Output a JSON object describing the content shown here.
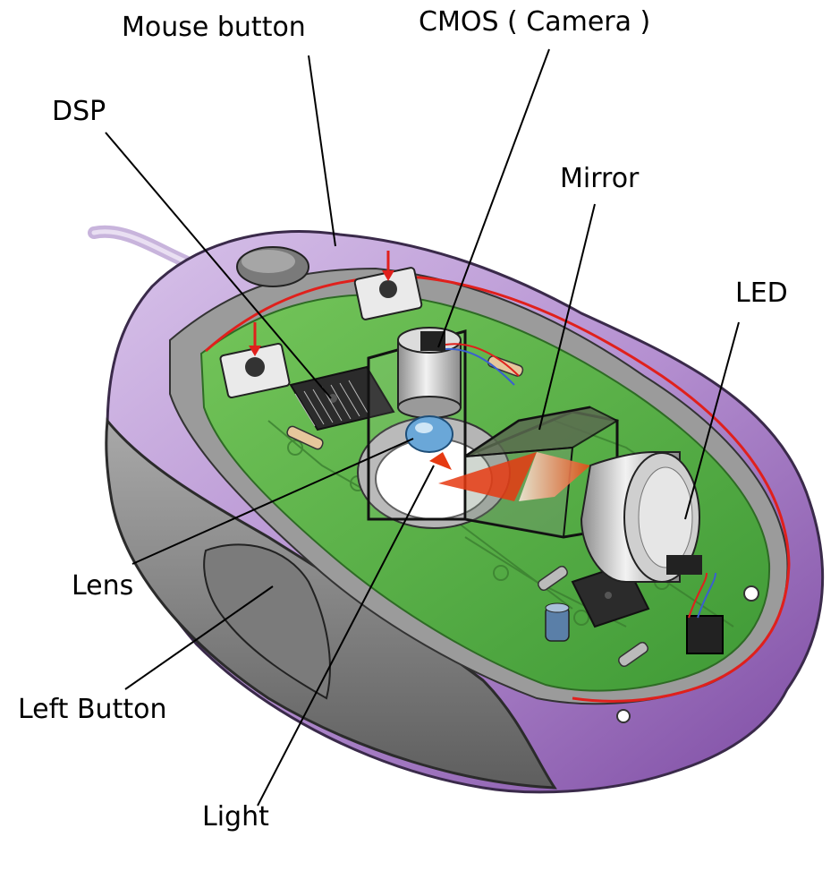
{
  "labels": {
    "mouse_button": "Mouse button",
    "cmos": "CMOS ( Camera )",
    "dsp": "DSP",
    "mirror": "Mirror",
    "led": "LED",
    "lens": "Lens",
    "left_button": "Left Button",
    "light": "Light"
  },
  "colors": {
    "shell_purple": "#b48fd0",
    "shell_gray": "#8f8f8f",
    "pcb_green": "#5fb44a",
    "trace_red": "#e0201c",
    "leader_line": "#000000"
  }
}
